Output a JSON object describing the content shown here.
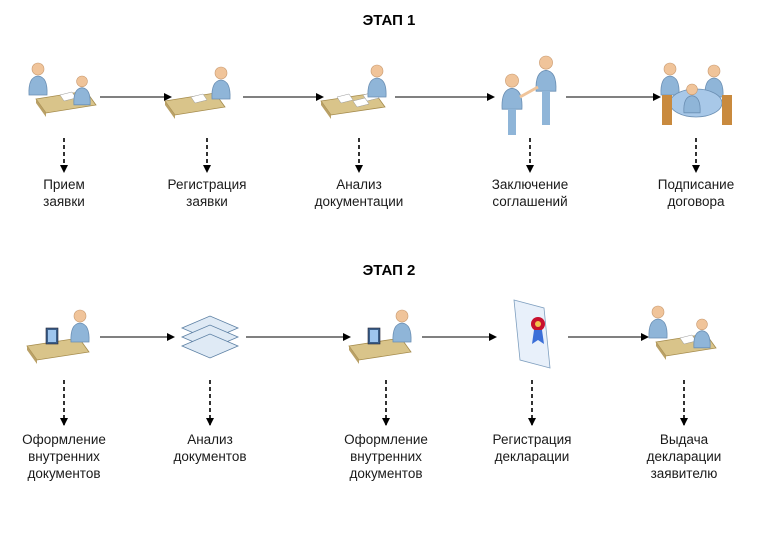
{
  "stage1": {
    "title": "ЭТАП 1",
    "steps": [
      {
        "icon": "two-people-at-desk-icon",
        "lines": [
          "Прием",
          "заявки"
        ]
      },
      {
        "icon": "person-writing-at-desk-icon",
        "lines": [
          "Регистрация",
          "заявки"
        ]
      },
      {
        "icon": "person-with-documents-icon",
        "lines": [
          "Анализ",
          "документации"
        ]
      },
      {
        "icon": "handshake-icon",
        "lines": [
          "Заключение",
          "соглашений"
        ]
      },
      {
        "icon": "meeting-table-icon",
        "lines": [
          "Подписание",
          "договора"
        ]
      }
    ]
  },
  "stage2": {
    "title": "ЭТАП 2",
    "steps": [
      {
        "icon": "person-at-computer-icon",
        "lines": [
          "Оформление",
          "внутренних",
          "документов"
        ]
      },
      {
        "icon": "document-stack-icon",
        "lines": [
          "Анализ",
          "документов"
        ]
      },
      {
        "icon": "person-at-computer-icon",
        "lines": [
          "Оформление",
          "внутренних",
          "документов"
        ]
      },
      {
        "icon": "certificate-icon",
        "lines": [
          "Регистрация",
          "декларации"
        ]
      },
      {
        "icon": "two-people-at-desk-icon",
        "lines": [
          "Выдача",
          "декларации",
          "заявителю"
        ]
      }
    ]
  },
  "colors": {
    "desk": "#d9c48a",
    "person": "#8fb5d8",
    "skin": "#f0c49a",
    "line": "#000000",
    "certificate_seal": "#c8102e"
  }
}
